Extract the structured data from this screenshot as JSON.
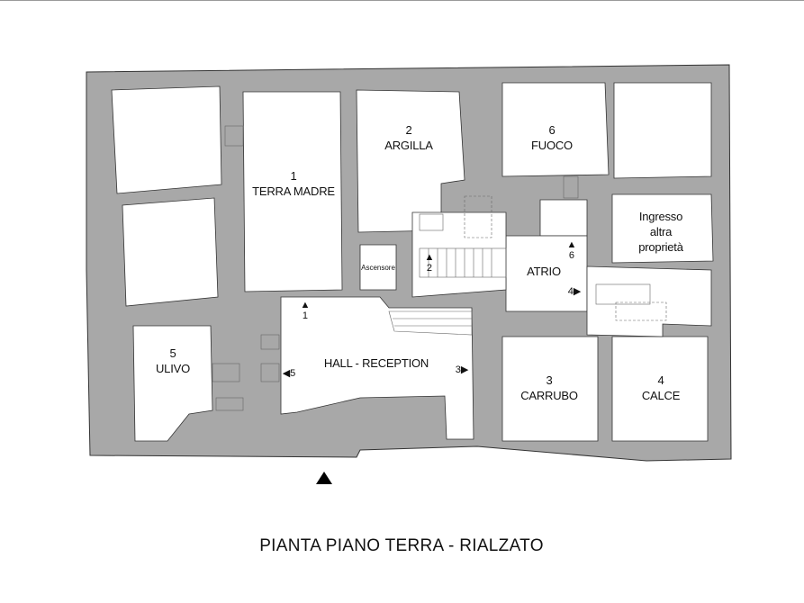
{
  "title": "PIANTA PIANO TERRA - RIALZATO",
  "colors": {
    "wall": "#a8a8a8",
    "background": "#ffffff",
    "text": "#111111"
  },
  "rooms": [
    {
      "number": "1",
      "name": "TERRA MADRE"
    },
    {
      "number": "2",
      "name": "ARGILLA"
    },
    {
      "number": "6",
      "name": "FUOCO"
    },
    {
      "number": "5",
      "name": "ULIVO"
    },
    {
      "number": "3",
      "name": "CARRUBO"
    },
    {
      "number": "4",
      "name": "CALCE"
    }
  ],
  "spaces": {
    "hall": "HALL - RECEPTION",
    "atrio": "ATRIO",
    "elevator": "Ascensore",
    "other_entrance": [
      "Ingresso",
      "altra",
      "proprietà"
    ]
  },
  "markers": {
    "m1": "▲\n1",
    "m2": "▲\n2",
    "m6": "▲\n6",
    "m3": "3▶",
    "m4": "4▶",
    "m5": "◀5"
  },
  "marker_labels": {
    "m1_num": "1",
    "m2_num": "2",
    "m6_num": "6",
    "m3": "3",
    "m4": "4",
    "m5": "5"
  },
  "entrance_icon": "entrance-arrow-icon"
}
